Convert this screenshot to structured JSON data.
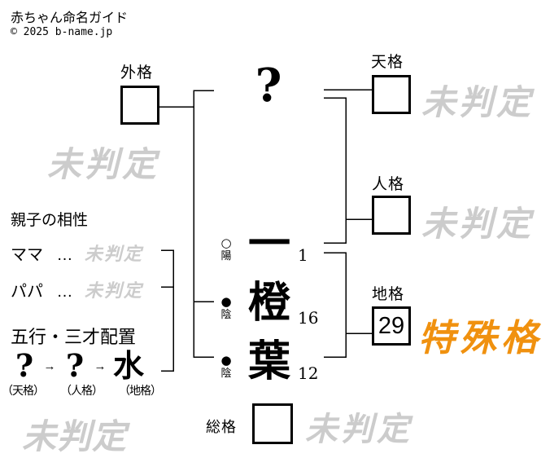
{
  "header": {
    "title": "赤ちゃん命名ガイド",
    "copyright": "© 2025 b-name.jp"
  },
  "diagram": {
    "undetermined": "未判定",
    "surname_placeholder": "?",
    "given_name": [
      {
        "char": "一",
        "strokes": "1",
        "inyo_symbol": "○",
        "inyo": "陽"
      },
      {
        "char": "橙",
        "strokes": "16",
        "inyo_symbol": "●",
        "inyo": "陰"
      },
      {
        "char": "葉",
        "strokes": "12",
        "inyo_symbol": "●",
        "inyo": "陰"
      }
    ],
    "kaku": {
      "gaikaku": {
        "label": "外格",
        "value": "",
        "status": "未判定"
      },
      "tenkaku": {
        "label": "天格",
        "value": "",
        "status": "未判定"
      },
      "jinkaku": {
        "label": "人格",
        "value": "",
        "status": "未判定"
      },
      "chikaku": {
        "label": "地格",
        "value": "29",
        "status": "特殊格"
      },
      "soukaku": {
        "label": "総格",
        "value": "",
        "status": "未判定"
      }
    }
  },
  "compatibility": {
    "heading": "親子の相性",
    "rows": [
      {
        "label": "ママ",
        "dots": "…",
        "value": "未判定"
      },
      {
        "label": "パパ",
        "dots": "…",
        "value": "未判定"
      }
    ]
  },
  "gogyo": {
    "heading": "五行・三才配置",
    "arrow": "→",
    "items": [
      {
        "symbol": "?",
        "label": "（天格）"
      },
      {
        "symbol": "?",
        "label": "（人格）"
      },
      {
        "symbol": "水",
        "label": "（地格）"
      }
    ]
  },
  "colors": {
    "undetermined_gray": "#cccccc",
    "special_orange": "#f0910f"
  }
}
